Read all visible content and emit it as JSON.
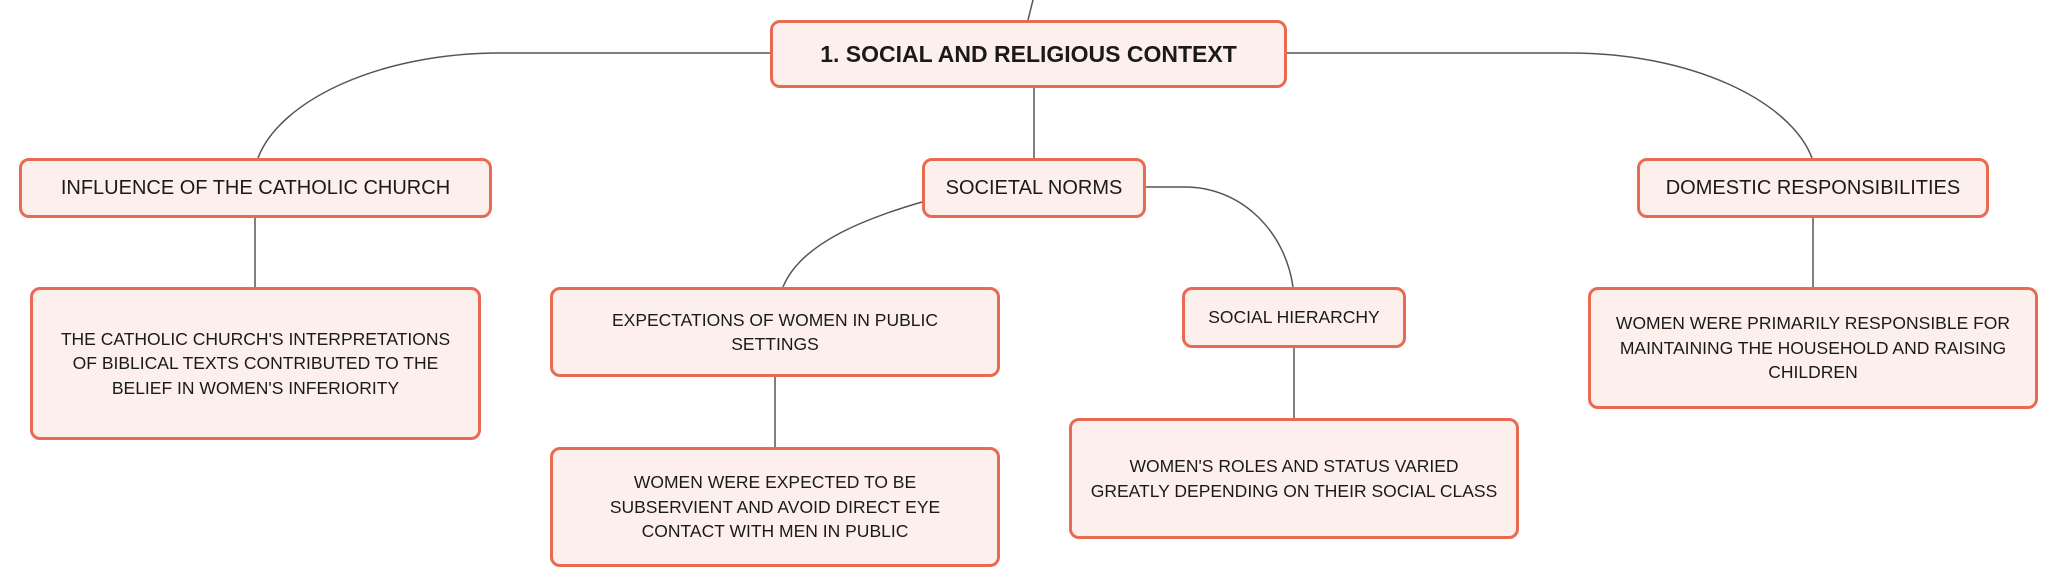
{
  "root": {
    "label": "1. SOCIAL AND RELIGIOUS CONTEXT"
  },
  "branches": [
    {
      "label": "INFLUENCE OF THE CATHOLIC CHURCH",
      "children": [
        {
          "label": "THE CATHOLIC CHURCH'S INTERPRETATIONS OF BIBLICAL TEXTS CONTRIBUTED TO THE BELIEF IN WOMEN'S INFERIORITY"
        }
      ]
    },
    {
      "label": "SOCIETAL NORMS",
      "children": [
        {
          "label": "EXPECTATIONS OF WOMEN IN PUBLIC SETTINGS",
          "children": [
            {
              "label": "WOMEN WERE EXPECTED TO BE SUBSERVIENT AND AVOID DIRECT EYE CONTACT WITH MEN IN PUBLIC"
            }
          ]
        },
        {
          "label": "SOCIAL HIERARCHY",
          "children": [
            {
              "label": "WOMEN'S ROLES AND STATUS VARIED GREATLY DEPENDING ON THEIR SOCIAL CLASS"
            }
          ]
        }
      ]
    },
    {
      "label": "DOMESTIC RESPONSIBILITIES",
      "children": [
        {
          "label": "WOMEN WERE PRIMARILY RESPONSIBLE FOR MAINTAINING THE HOUSEHOLD AND RAISING CHILDREN"
        }
      ]
    }
  ],
  "colors": {
    "node_border": "#e96a50",
    "node_fill": "#fdf0ec",
    "connector": "#555555"
  }
}
